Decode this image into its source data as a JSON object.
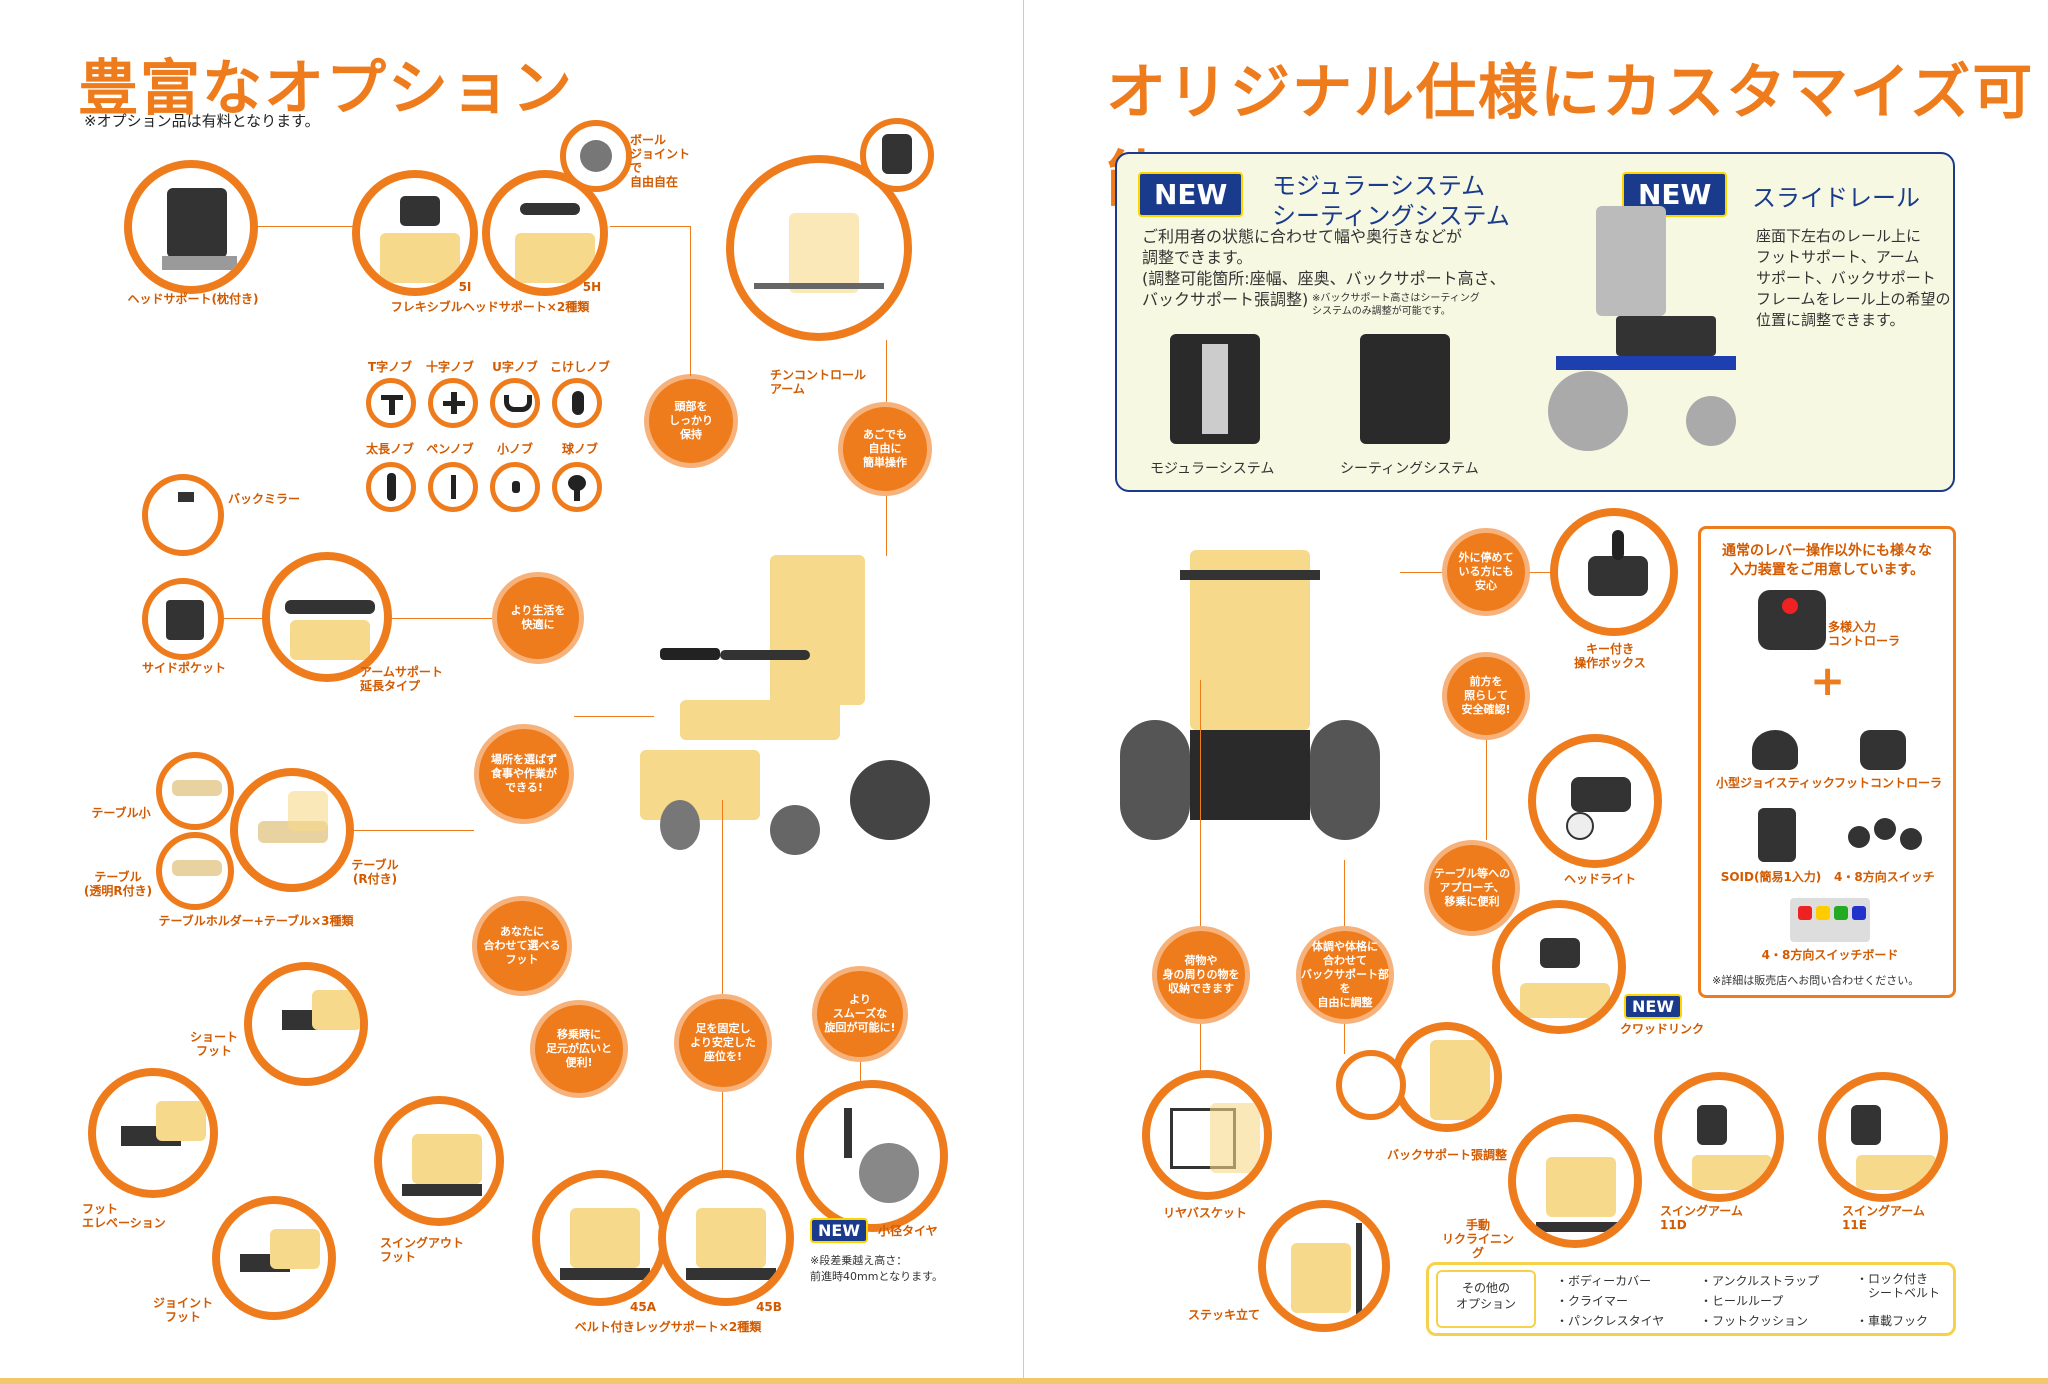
{
  "left": {
    "title": "豊富なオプション",
    "note": "※オプション品は有料となります。",
    "labels": {
      "head_support": "ヘッドサポート(枕付き)",
      "flex_head": "フレキシブルヘッドサポート×2種類",
      "model_5i": "5I",
      "model_5h": "5H",
      "ball_joint": "ボール\nジョイントで\n自由自在",
      "chin_arm": "チンコントロール\nアーム",
      "back_mirror": "バックミラー",
      "side_pocket": "サイドポケット",
      "arm_support": "アームサポート\n延長タイプ",
      "table_small": "テーブル小",
      "table_clear": "テーブル\n(透明R付き)",
      "table_r": "テーブル\n(R付き)",
      "table_holder": "テーブルホルダー+テーブル×3種類",
      "short_foot": "ショート\nフット",
      "foot_elev": "フット\nエレベーション",
      "joint_foot": "ジョイント\nフット",
      "swing_out": "スイングアウト\nフット",
      "belt_leg": "ベルト付きレッグサポート×2種類",
      "model_45a": "45A",
      "model_45b": "45B",
      "small_tire": "小径タイヤ",
      "new": "NEW",
      "step_note": "※段差乗越え高さ：\n前進時40mmとなります。"
    },
    "knobs": [
      "T字ノブ",
      "十字ノブ",
      "U字ノブ",
      "こけしノブ",
      "太長ノブ",
      "ペンノブ",
      "小ノブ",
      "球ノブ"
    ],
    "bubbles": {
      "head": "頭部を\nしっかり\n保持",
      "chin": "あごでも\n自由に\n簡単操作",
      "life": "より生活を\n快適に",
      "table": "場所を選ばず\n食事や作業が\nできる!",
      "foot": "あなたに\n合わせて選べる\nフット",
      "transfer": "移乗時に\n足元が広いと\n便利!",
      "fix": "足を固定し\nより安定した\n座位を!",
      "smooth": "より\nスムーズな\n旋回が可能に!"
    }
  },
  "right": {
    "title": "オリジナル仕様にカスタマイズ可能",
    "box": {
      "new1": "NEW",
      "heading1a": "モジュラーシステム",
      "heading1b": "シーティングシステム",
      "desc1": "ご利用者の状態に合わせて幅や奥行きなどが\n調整できます。\n(調整可能箇所:座幅、座奥、バックサポート高さ、\nバックサポート張調整)",
      "note1": "※バックサポート高さはシーティング\nシステムのみ調整が可能です。",
      "cap_modular": "モジュラーシステム",
      "cap_seating": "シーティングシステム",
      "new2": "NEW",
      "heading2": "スライドレール",
      "desc2": "座面下左右のレール上に\nフットサポート、アーム\nサポート、バックサポート\nフレームをレール上の希望の\n位置に調整できます。"
    },
    "bubbles": {
      "stop": "外に停めて\nいる方にも\n安心",
      "light": "前方を\n照らして\n安全確認!",
      "approach": "テーブル等への\nアプローチ、\n移乗に便利",
      "body": "体調や体格に\n合わせて\nバックサポート部を\n自由に調整",
      "luggage": "荷物や\n身の周りの物を\n収納できます"
    },
    "labels": {
      "key_box": "キー付き\n操作ボックス",
      "headlight": "ヘッドライト",
      "quad_link": "クワッドリンク",
      "new": "NEW",
      "rear_basket": "リヤバスケット",
      "back_tension": "バックサポート張調整",
      "manual_recline": "手動\nリクライニング",
      "swing_11d": "スイングアーム\n11D",
      "swing_11e": "スイングアーム\n11E",
      "stick_stand": "ステッキ立て"
    },
    "input_box": {
      "heading": "通常のレバー操作以外にも様々な\n入力装置をご用意しています。",
      "multi": "多様入力\nコントローラ",
      "plus": "+",
      "joystick": "小型ジョイスティック",
      "foot_ctrl": "フットコントローラ",
      "soid": "SOID(簡易1入力)",
      "switch48": "4・8方向スイッチ",
      "switchboard": "4・8方向スイッチボード",
      "detail": "※詳細は販売店へお問い合わせください。"
    },
    "other": {
      "label": "その他の\nオプション",
      "items": [
        "・ボディーカバー",
        "・クライマー",
        "・パンクレスタイヤ",
        "・アンクルストラップ",
        "・ヒールループ",
        "・フットクッション",
        "・ロック付き\n　シートベルト",
        "・車載フック"
      ]
    }
  },
  "colors": {
    "accent": "#ef7c1c",
    "navy": "#1a3a8c",
    "seat": "#f6d98a"
  }
}
